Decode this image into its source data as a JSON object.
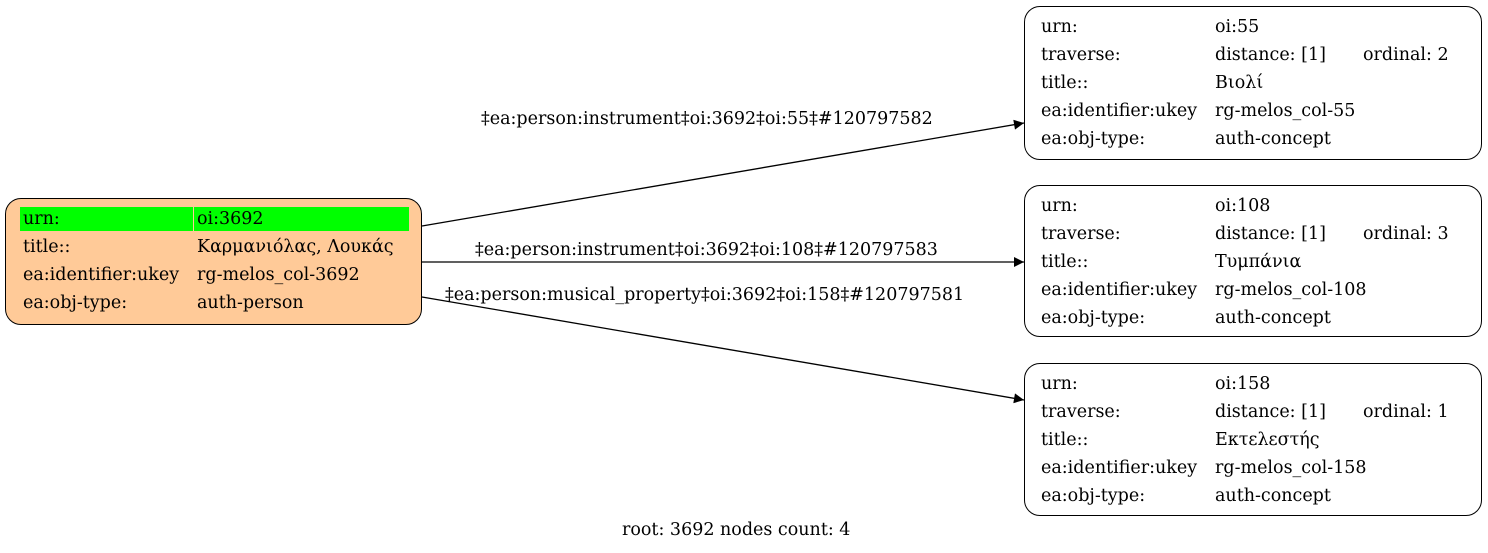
{
  "root_node": {
    "rows": [
      {
        "key": "urn:",
        "value": "oi:3692"
      },
      {
        "key": "title::",
        "value": "Καρμανιόλας, Λουκάς"
      },
      {
        "key": "ea:identifier:ukey",
        "value": "rg-melos_col-3692"
      },
      {
        "key": "ea:obj-type:",
        "value": "auth-person"
      }
    ],
    "highlight_color": "#00ff00",
    "fill_color": "#ffca98"
  },
  "targets": [
    {
      "urn_key": "urn:",
      "urn": "oi:55",
      "traverse_key": "traverse:",
      "distance": "distance: [1]",
      "ordinal": "ordinal: 2",
      "title_key": "title::",
      "title": "Βιολί",
      "ukey_key": "ea:identifier:ukey",
      "ukey": "rg-melos_col-55",
      "type_key": "ea:obj-type:",
      "type": "auth-concept"
    },
    {
      "urn_key": "urn:",
      "urn": "oi:108",
      "traverse_key": "traverse:",
      "distance": "distance: [1]",
      "ordinal": "ordinal: 3",
      "title_key": "title::",
      "title": "Τυμπάνια",
      "ukey_key": "ea:identifier:ukey",
      "ukey": "rg-melos_col-108",
      "type_key": "ea:obj-type:",
      "type": "auth-concept"
    },
    {
      "urn_key": "urn:",
      "urn": "oi:158",
      "traverse_key": "traverse:",
      "distance": "distance: [1]",
      "ordinal": "ordinal: 1",
      "title_key": "title::",
      "title": "Εκτελεστής",
      "ukey_key": "ea:identifier:ukey",
      "ukey": "rg-melos_col-158",
      "type_key": "ea:obj-type:",
      "type": "auth-concept"
    }
  ],
  "edges": [
    {
      "label": "‡ea:person:instrument‡oi:3692‡oi:55‡#120797582"
    },
    {
      "label": "‡ea:person:instrument‡oi:3692‡oi:108‡#120797583"
    },
    {
      "label": "‡ea:person:musical_property‡oi:3692‡oi:158‡#120797581"
    }
  ],
  "footer": "root: 3692 nodes count: 4"
}
